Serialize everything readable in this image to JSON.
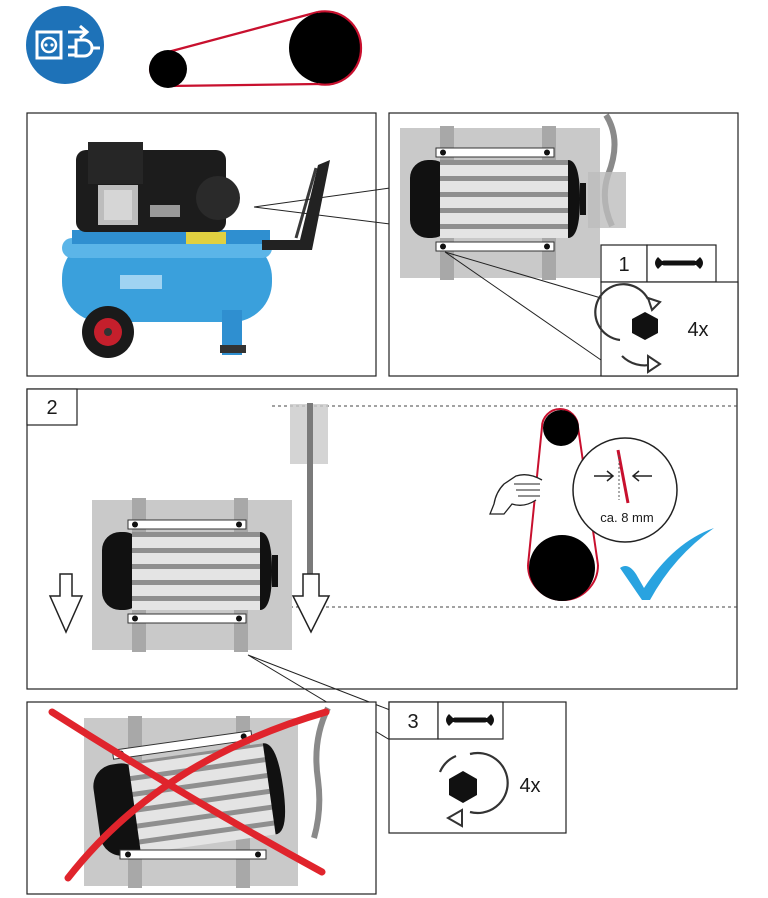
{
  "header": {
    "icon": "unplug-power-icon",
    "belt_icon": "belt-pulley-icon"
  },
  "colors": {
    "brand_blue": "#1e72b8",
    "belt_red": "#c8102e",
    "check_blue": "#29a3e0",
    "cross_red": "#e0242c",
    "gray_bg": "#c9c9c9"
  },
  "step1": {
    "number": "1",
    "tool_icon": "wrench-icon",
    "action_icon": "loosen-nut-icon",
    "count": "4x"
  },
  "step2": {
    "number": "2",
    "belt_deflection": "ca. 8 mm",
    "check_icon": "checkmark-icon"
  },
  "step3": {
    "number": "3",
    "tool_icon": "wrench-icon",
    "action_icon": "tighten-nut-icon",
    "count": "4x"
  },
  "wrong": {
    "cross_icon": "cross-out-icon"
  }
}
